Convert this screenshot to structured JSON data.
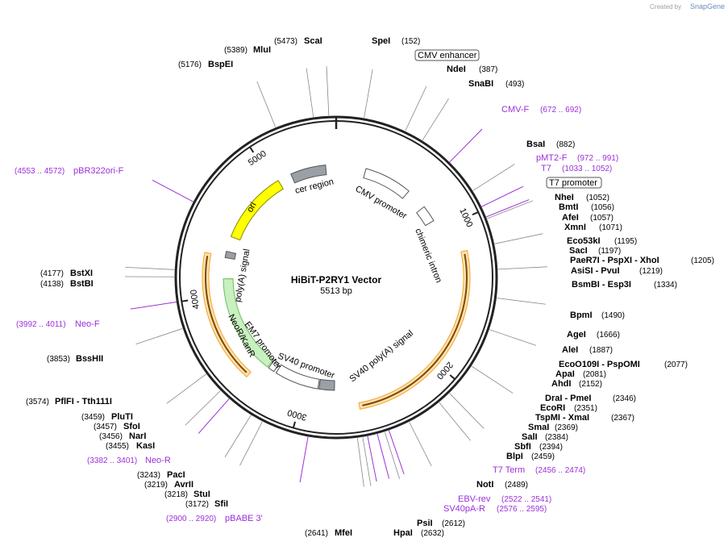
{
  "branding": {
    "created_by": "Created by",
    "product": "SnapGene"
  },
  "map": {
    "title": "HiBiT-P2RY1 Vector",
    "length_label": "5513 bp",
    "total_bp": 5513,
    "ticks": [
      {
        "bp": 1000,
        "label": "1000"
      },
      {
        "bp": 2000,
        "label": "2000"
      },
      {
        "bp": 3000,
        "label": "3000"
      },
      {
        "bp": 4000,
        "label": "4000"
      },
      {
        "bp": 5000,
        "label": "5000"
      }
    ]
  },
  "features": [
    {
      "name": "CMV promoter",
      "start": 235,
      "end": 614,
      "color": "#ffffff",
      "stroke": "#555555",
      "ring": "outer"
    },
    {
      "name": "chimeric intron",
      "start": 784,
      "end": 916,
      "color": "#ffffff",
      "stroke": "#555555",
      "ring": "outer"
    },
    {
      "name": "SV40 poly(A) signal",
      "start": 2770,
      "end": 2891,
      "color": "#9aa0a6",
      "stroke": "#555555",
      "ring": "outer"
    },
    {
      "name": "SV40 promoter",
      "start": 2900,
      "end": 3250,
      "color": "#ffffff",
      "stroke": "#555555",
      "ring": "outer"
    },
    {
      "name": "EM7 promoter",
      "start": 3270,
      "end": 3320,
      "color": "#ffffff",
      "stroke": "#555555",
      "ring": "outer"
    },
    {
      "name": "NeoR/KanR",
      "start": 3330,
      "end": 4124,
      "color": "#c8f0c0",
      "stroke": "#6bbf5a",
      "ring": "outer"
    },
    {
      "name": "poly(A) signal",
      "start": 4290,
      "end": 4340,
      "color": "#9aa0a6",
      "stroke": "#555555",
      "ring": "outer"
    },
    {
      "name": "ori",
      "start": 4460,
      "end": 5040,
      "color": "#ffff00",
      "stroke": "#888800",
      "ring": "outer"
    },
    {
      "name": "cer region",
      "start": 5150,
      "end": 5430,
      "color": "#9aa0a6",
      "stroke": "#555555",
      "ring": "outer"
    }
  ],
  "enzymes": [
    {
      "name": "SpeI",
      "pos": "(152)"
    },
    {
      "name": "NdeI",
      "pos": "(387)"
    },
    {
      "name": "SnaBI",
      "pos": "(493)"
    },
    {
      "name": "BsaI",
      "pos": "(882)"
    },
    {
      "name": "NheI",
      "pos": "(1052)"
    },
    {
      "name": "BmtI",
      "pos": "(1056)"
    },
    {
      "name": "AfeI",
      "pos": "(1057)"
    },
    {
      "name": "XmnI",
      "pos": "(1071)"
    },
    {
      "name": "Eco53kI",
      "pos": "(1195)"
    },
    {
      "name": "SacI",
      "pos": "(1197)"
    },
    {
      "name": "PaeR7I - PspXI - XhoI",
      "pos": "(1205)"
    },
    {
      "name": "AsiSI - PvuI",
      "pos": "(1219)"
    },
    {
      "name": "BsmBI - Esp3I",
      "pos": "(1334)"
    },
    {
      "name": "BpmI",
      "pos": "(1490)"
    },
    {
      "name": "AgeI",
      "pos": "(1666)"
    },
    {
      "name": "AleI",
      "pos": "(1887)"
    },
    {
      "name": "EcoO109I - PspOMI",
      "pos": "(2077)"
    },
    {
      "name": "ApaI",
      "pos": "(2081)"
    },
    {
      "name": "AhdI",
      "pos": "(2152)"
    },
    {
      "name": "DraI - PmeI",
      "pos": "(2346)"
    },
    {
      "name": "EcoRI",
      "pos": "(2351)"
    },
    {
      "name": "TspMI - XmaI",
      "pos": "(2367)"
    },
    {
      "name": "SmaI",
      "pos": "(2369)"
    },
    {
      "name": "SalI",
      "pos": "(2384)"
    },
    {
      "name": "SbfI",
      "pos": "(2394)"
    },
    {
      "name": "BlpI",
      "pos": "(2459)"
    },
    {
      "name": "NotI",
      "pos": "(2489)"
    },
    {
      "name": "PsiI",
      "pos": "(2612)"
    },
    {
      "name": "HpaI",
      "pos": "(2632)"
    },
    {
      "name": "MfeI",
      "pos": "(2641)"
    },
    {
      "name": "SfiI",
      "pos": "(3172)"
    },
    {
      "name": "StuI",
      "pos": "(3218)"
    },
    {
      "name": "AvrII",
      "pos": "(3219)"
    },
    {
      "name": "PacI",
      "pos": "(3243)"
    },
    {
      "name": "KasI",
      "pos": "(3455)"
    },
    {
      "name": "NarI",
      "pos": "(3456)"
    },
    {
      "name": "SfoI",
      "pos": "(3457)"
    },
    {
      "name": "PluTI",
      "pos": "(3459)"
    },
    {
      "name": "PflFI - Tth111I",
      "pos": "(3574)"
    },
    {
      "name": "BssHII",
      "pos": "(3853)"
    },
    {
      "name": "BstBI",
      "pos": "(4138)"
    },
    {
      "name": "BstXI",
      "pos": "(4177)"
    },
    {
      "name": "BspEI",
      "pos": "(5176)"
    },
    {
      "name": "MluI",
      "pos": "(5389)"
    },
    {
      "name": "ScaI",
      "pos": "(5473)"
    }
  ],
  "primers": [
    {
      "name": "CMV-F",
      "range": "(672 .. 692)"
    },
    {
      "name": "pMT2-F",
      "range": "(972 .. 991)"
    },
    {
      "name": "T7",
      "range": "(1033 .. 1052)"
    },
    {
      "name": "T7 Term",
      "range": "(2456 .. 2474)"
    },
    {
      "name": "EBV-rev",
      "range": "(2522 .. 2541)"
    },
    {
      "name": "SV40pA-R",
      "range": "(2576 .. 2595)"
    },
    {
      "name": "pBABE 3'",
      "range": "(2900 .. 2920)"
    },
    {
      "name": "Neo-R",
      "range": "(3382 .. 3401)"
    },
    {
      "name": "Neo-F",
      "range": "(3992 .. 4011)"
    },
    {
      "name": "pBR322ori-F",
      "range": "(4553 .. 4572)"
    }
  ],
  "boxed_labels": [
    {
      "name": "CMV enhancer"
    },
    {
      "name": "T7 promoter"
    }
  ],
  "orfs": [
    {
      "start": 1200,
      "end": 2600,
      "color": "#f5a623"
    },
    {
      "start": 3400,
      "end": 4300,
      "color": "#f5a623"
    }
  ]
}
